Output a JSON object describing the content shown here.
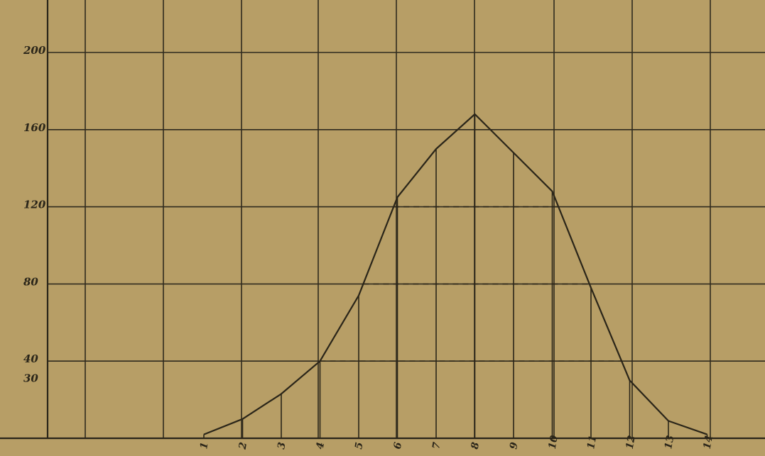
{
  "chart_data": {
    "type": "line",
    "title": "",
    "xlabel": "",
    "ylabel": "",
    "ylim": [
      0,
      220
    ],
    "grid": true,
    "categories": [
      "1",
      "2",
      "3",
      "4",
      "5",
      "6",
      "7",
      "8",
      "9",
      "10",
      "11",
      "12",
      "13",
      "14"
    ],
    "category_labels": [
      "1",
      "2",
      "3",
      "4",
      "5",
      "6",
      "7",
      "8",
      "9",
      "10",
      "11",
      "12",
      "13",
      "14"
    ],
    "y_ticks": [
      {
        "value": 30,
        "label": "30"
      },
      {
        "value": 40,
        "label": "40"
      },
      {
        "value": 80,
        "label": "80"
      },
      {
        "value": 120,
        "label": "120"
      },
      {
        "value": 160,
        "label": "160"
      },
      {
        "value": 200,
        "label": "200"
      }
    ],
    "reference_levels": [
      40,
      80,
      120
    ],
    "series": [
      {
        "values": [
          2,
          10,
          23,
          40,
          74,
          125,
          150,
          168,
          148,
          128,
          78,
          30,
          9,
          2
        ]
      }
    ]
  }
}
